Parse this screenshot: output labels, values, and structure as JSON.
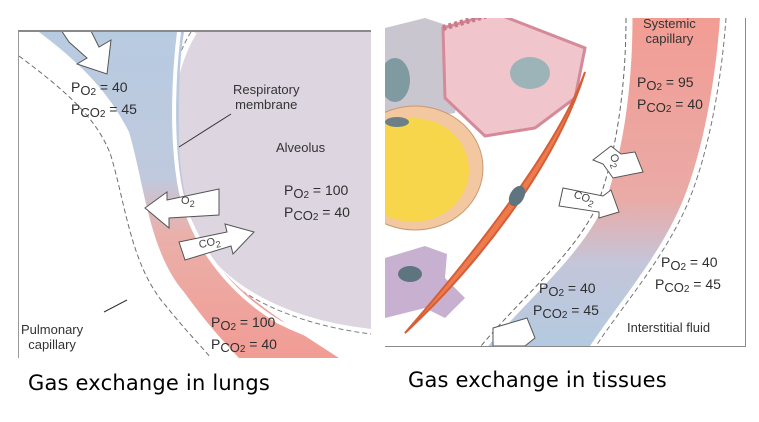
{
  "captions": {
    "lungs": "Gas exchange in lungs",
    "tissues": "Gas exchange in tissues"
  },
  "lungs": {
    "labels": {
      "respiratory_membrane_line1": "Respiratory",
      "respiratory_membrane_line2": "membrane",
      "alveolus": "Alveolus",
      "pulmonary_capillary_line1": "Pulmonary",
      "pulmonary_capillary_line2": "capillary"
    },
    "arrows": {
      "o2": "O2",
      "co2": "CO2"
    },
    "pressures": {
      "deoxygenated_blood": {
        "po2": "= 40",
        "pco2": "= 45"
      },
      "alveolus": {
        "po2": "= 100",
        "pco2": "= 40"
      },
      "oxygenated_blood": {
        "po2": "= 100",
        "pco2": "= 40"
      }
    },
    "colors": {
      "deoxygenated": "#b9cde0",
      "oxygenated": "#f2a59c",
      "alveolus": "#ddd7e2"
    }
  },
  "tissues": {
    "labels": {
      "systemic_capillary_line1": "Systemic",
      "systemic_capillary_line2": "capillary",
      "interstitial_fluid": "Interstitial fluid"
    },
    "arrows": {
      "o2": "O2",
      "co2": "CO2"
    },
    "pressures": {
      "arterial_blood": {
        "po2": "= 95",
        "pco2": "= 40"
      },
      "interstitial_fluid": {
        "po2": "= 40",
        "pco2": "= 45"
      },
      "venous_blood": {
        "po2": "= 40",
        "pco2": "= 45"
      }
    },
    "colors": {
      "arterial": "#f2a59c",
      "venous": "#b9cde0",
      "muscle_cell": "#ee7a4e",
      "fat_cell": "#f7d44e",
      "epithelial_cell": "#f0c6cc"
    }
  },
  "symbols": {
    "partial_pressure": "P",
    "oxygen": "O",
    "carbon_dioxide": "CO",
    "subscript_2": "2"
  }
}
